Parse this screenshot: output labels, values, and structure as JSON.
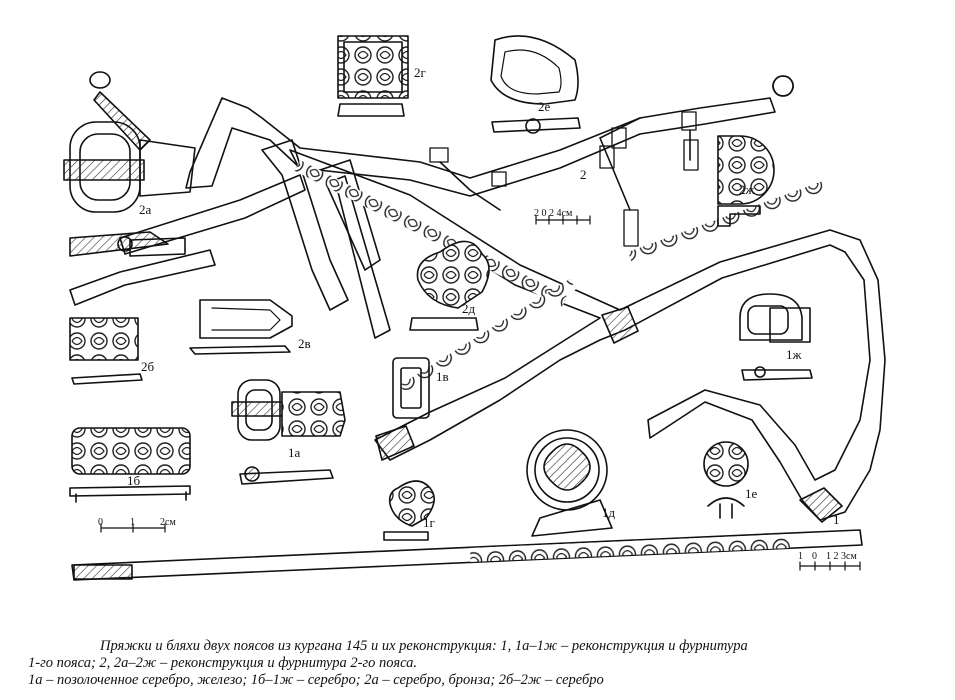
{
  "figure": {
    "labels": {
      "l1": "1",
      "l1a": "1а",
      "l1b": "1б",
      "l1v": "1в",
      "l1g": "1г",
      "l1d": "1д",
      "l1e": "1е",
      "l1zh": "1ж",
      "l2": "2",
      "l2a": "2а",
      "l2b": "2б",
      "l2v": "2в",
      "l2g": "2г",
      "l2d": "2д",
      "l2e": "2е",
      "l2zh": "2ж"
    },
    "scales": {
      "s1_0": "0",
      "s1_1": "1",
      "s1_2": "2см",
      "s2": "2 0 2 4см",
      "s3_1": "1",
      "s3_0": "0",
      "s3_nums": "1 2 3см"
    }
  },
  "caption": {
    "line1": "Пряжки и бляхи двух поясов из кургана 145 и их реконструкция: 1, 1а–1ж – реконструкция и фурнитура",
    "line2": "1-го пояса; 2, 2а–2ж – реконструкция и фурнитура 2-го пояса.",
    "line3": "1а – позолоченное серебро, железо; 1б–1ж – серебро; 2а – серебро, бронза; 2б–2ж – серебро"
  }
}
